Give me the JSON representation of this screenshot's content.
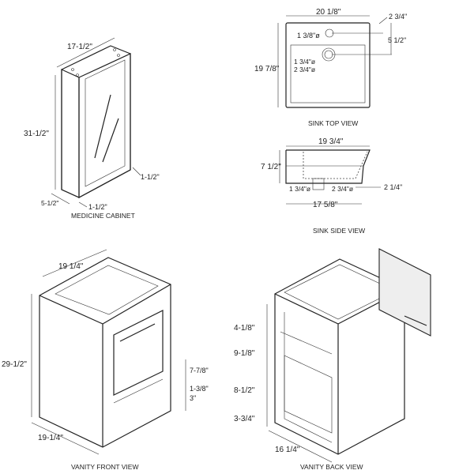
{
  "medicine_cabinet": {
    "width": "17-1/2\"",
    "height": "31-1/2\"",
    "side_right": "1-1/2\"",
    "depth": "5-1/2\"",
    "side_bottom": "1-1/2\"",
    "caption": "MEDICINE CABINET"
  },
  "sink_top": {
    "width": "20 1/8\"",
    "depth": "19 7/8\"",
    "faucet_hole": "1 3/8\"ø",
    "drain_inner": "1 3/4\"ø",
    "drain_outer": "2 3/4\"ø",
    "faucet_offset": "2 3/4\"",
    "drain_offset": "5 1/2\"",
    "caption": "SINK TOP VIEW"
  },
  "sink_side": {
    "top_width": "19 3/4\"",
    "height": "7 1/2\"",
    "drain_inner": "1 3/4\"ø",
    "drain_outer": "2 3/4\"ø",
    "lip": "2 1/4\"",
    "bottom_width": "17 5/8\"",
    "caption": "SINK SIDE VIEW"
  },
  "vanity_front": {
    "top_width": "19 1/4\"",
    "height": "29-1/2\"",
    "depth": "19-1/4\"",
    "drawer": "7-7/8\"",
    "gap": "1-3/8\"",
    "base": "3\"",
    "caption": "VANITY FRONT VIEW"
  },
  "vanity_back": {
    "d1": "4-1/8\"",
    "d2": "9-1/8\"",
    "d3": "8-1/2\"",
    "d4": "3-3/4\"",
    "width": "16 1/4\"",
    "caption": "VANITY BACK VIEW"
  }
}
